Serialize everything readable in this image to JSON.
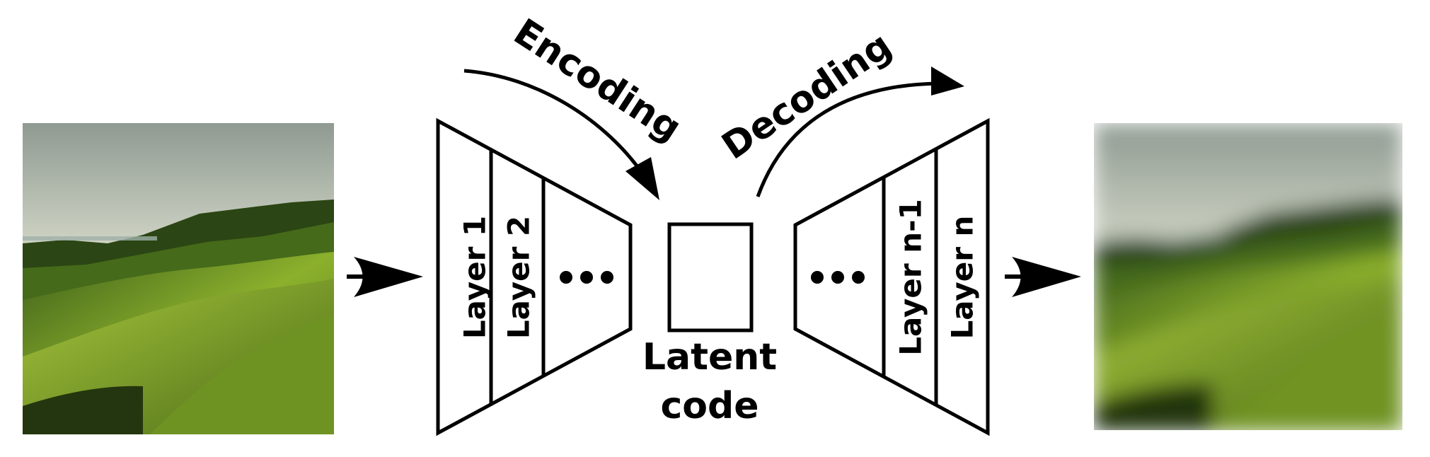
{
  "labels": {
    "encoding": "Encoding",
    "decoding": "Decoding",
    "encoder_layer_1": "Layer 1",
    "encoder_layer_2": "Layer 2",
    "encoder_ellipsis": "...",
    "decoder_ellipsis": "...",
    "decoder_layer_n_minus_1": "Layer n-1",
    "decoder_layer_n": "Layer n",
    "latent_line_1": "Latent",
    "latent_line_2": "code"
  },
  "colors": {
    "ink": "#000000",
    "background": "#ffffff",
    "sky": "#d8dccb",
    "hill_light": "#7ea22a",
    "hill_dark": "#2c4a14"
  },
  "icons": {
    "input_image": "landscape-photo",
    "output_image": "blurred-landscape-photo",
    "flow_arrows": "arrow-right-icon"
  }
}
